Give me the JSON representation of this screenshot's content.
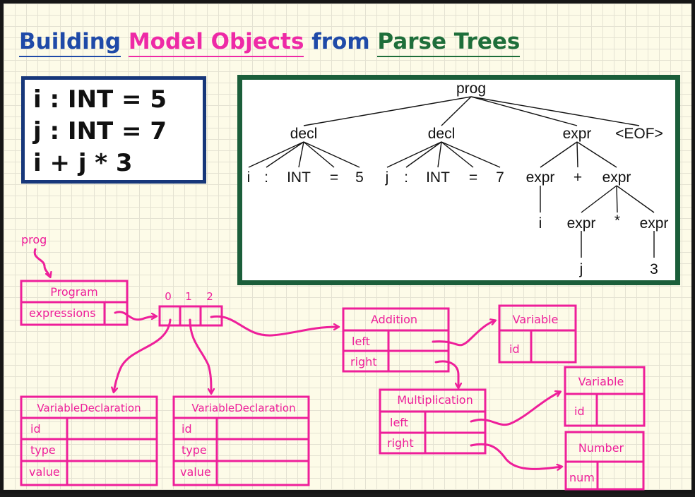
{
  "title": {
    "part1": "Building",
    "part2": "Model Objects",
    "part3": "from",
    "part4": "Parse Trees"
  },
  "code": [
    "i : INT = 5",
    "j : INT = 7",
    "i + j * 3"
  ],
  "parse_tree": {
    "root": "prog",
    "decl1": "decl",
    "decl2": "decl",
    "expr_top": "expr",
    "eof": "<EOF>",
    "decl1_children": [
      "i",
      ":",
      "INT",
      "=",
      "5"
    ],
    "decl2_children": [
      "j",
      ":",
      "INT",
      "=",
      "7"
    ],
    "expr_left": "expr",
    "plus": "+",
    "expr_right": "expr",
    "leaf_i": "i",
    "expr_j": "expr",
    "star": "*",
    "expr_3": "expr",
    "leaf_j": "j",
    "leaf_3": "3"
  },
  "model": {
    "prog_label": "prog",
    "program": {
      "title": "Program",
      "field": "expressions"
    },
    "indices": [
      "0",
      "1",
      "2"
    ],
    "var_decl_1": {
      "title": "VariableDeclaration",
      "fields": [
        "id",
        "type",
        "value"
      ]
    },
    "var_decl_2": {
      "title": "VariableDeclaration",
      "fields": [
        "id",
        "type",
        "value"
      ]
    },
    "addition": {
      "title": "Addition",
      "fields": [
        "left",
        "right"
      ]
    },
    "variable_1": {
      "title": "Variable",
      "field": "id"
    },
    "multiplication": {
      "title": "Multiplication",
      "fields": [
        "left",
        "right"
      ]
    },
    "variable_2": {
      "title": "Variable",
      "field": "id"
    },
    "number": {
      "title": "Number",
      "field": "num"
    }
  },
  "colors": {
    "pink": "#ee1f9a",
    "blue": "#17377a",
    "green": "#1b5e3a"
  }
}
